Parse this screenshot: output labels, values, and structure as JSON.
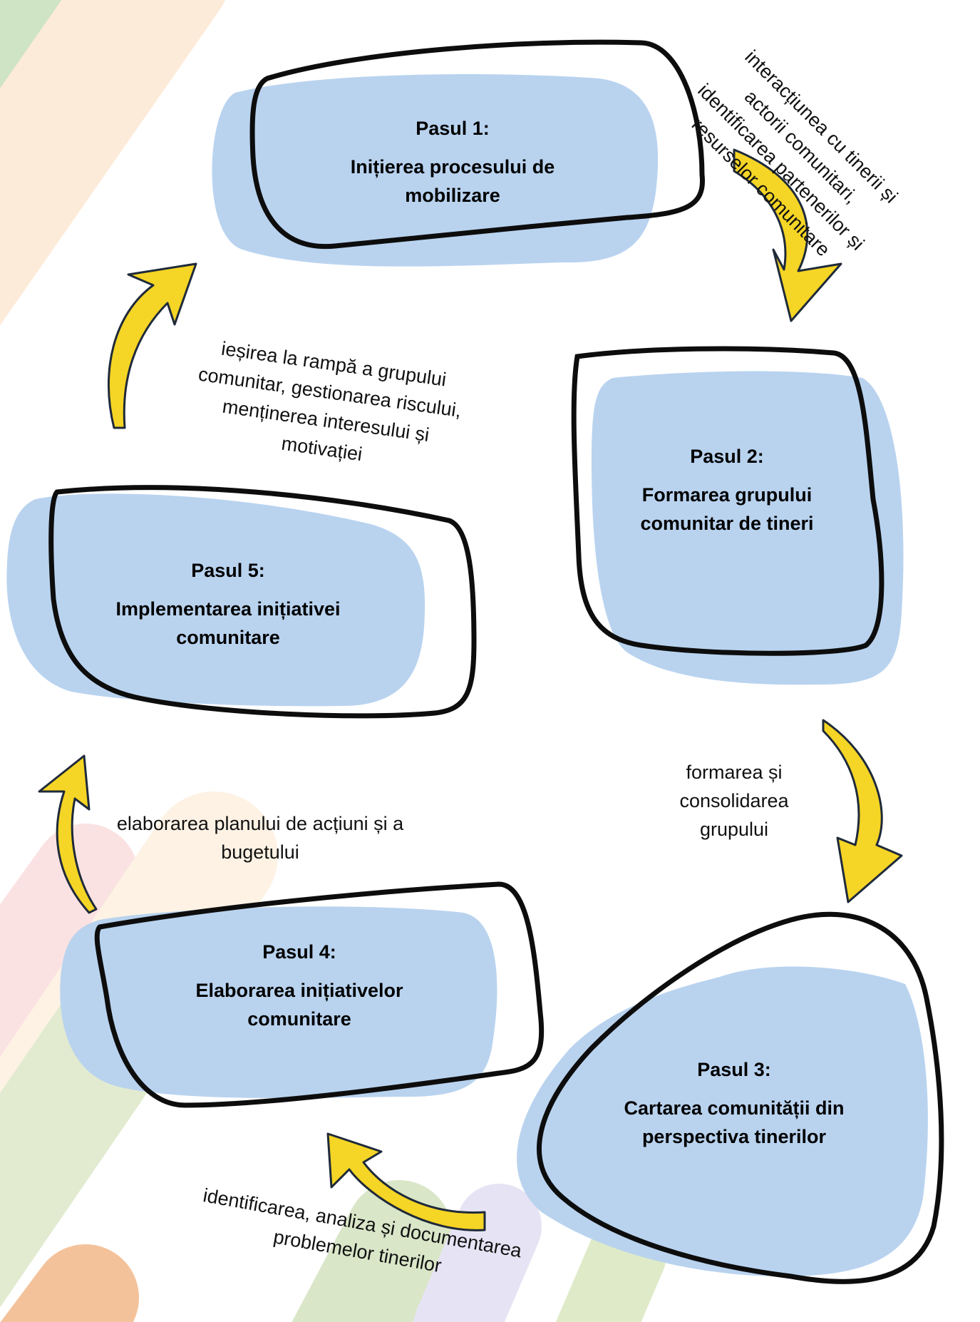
{
  "colors": {
    "blob_fill": "#b9d3ef",
    "outline": "#0d0d0d",
    "arrow_fill": "#f5d525",
    "arrow_stroke": "#1f2a3a"
  },
  "steps": [
    {
      "id": "step1",
      "number": "Pasul 1:",
      "title": "Inițierea procesului de mobilizare"
    },
    {
      "id": "step2",
      "number": "Pasul 2:",
      "title": "Formarea  grupului comunitar de tineri"
    },
    {
      "id": "step3",
      "number": "Pasul 3:",
      "title": "Cartarea comunității din perspectiva tinerilor"
    },
    {
      "id": "step4",
      "number": "Pasul 4:",
      "title": "Elaborarea inițiativelor comunitare"
    },
    {
      "id": "step5",
      "number": "Pasul 5:",
      "title": "Implementarea inițiativei comunitare"
    }
  ],
  "transitions": {
    "t1_to_2": "interacțiunea cu tinerii și actorii comunitari, identificarea partenerilor și resurselor comunitare",
    "t2_to_3": "formarea și consolidarea grupului",
    "t3_to_4": "identificarea, analiza și documentarea problemelor tinerilor",
    "t4_to_5": "elaborarea planului de acțiuni și a bugetului",
    "t5_to_1": "ieșirea la rampă a grupului comunitar, gestionarea riscului, menținerea interesului și motivației"
  }
}
